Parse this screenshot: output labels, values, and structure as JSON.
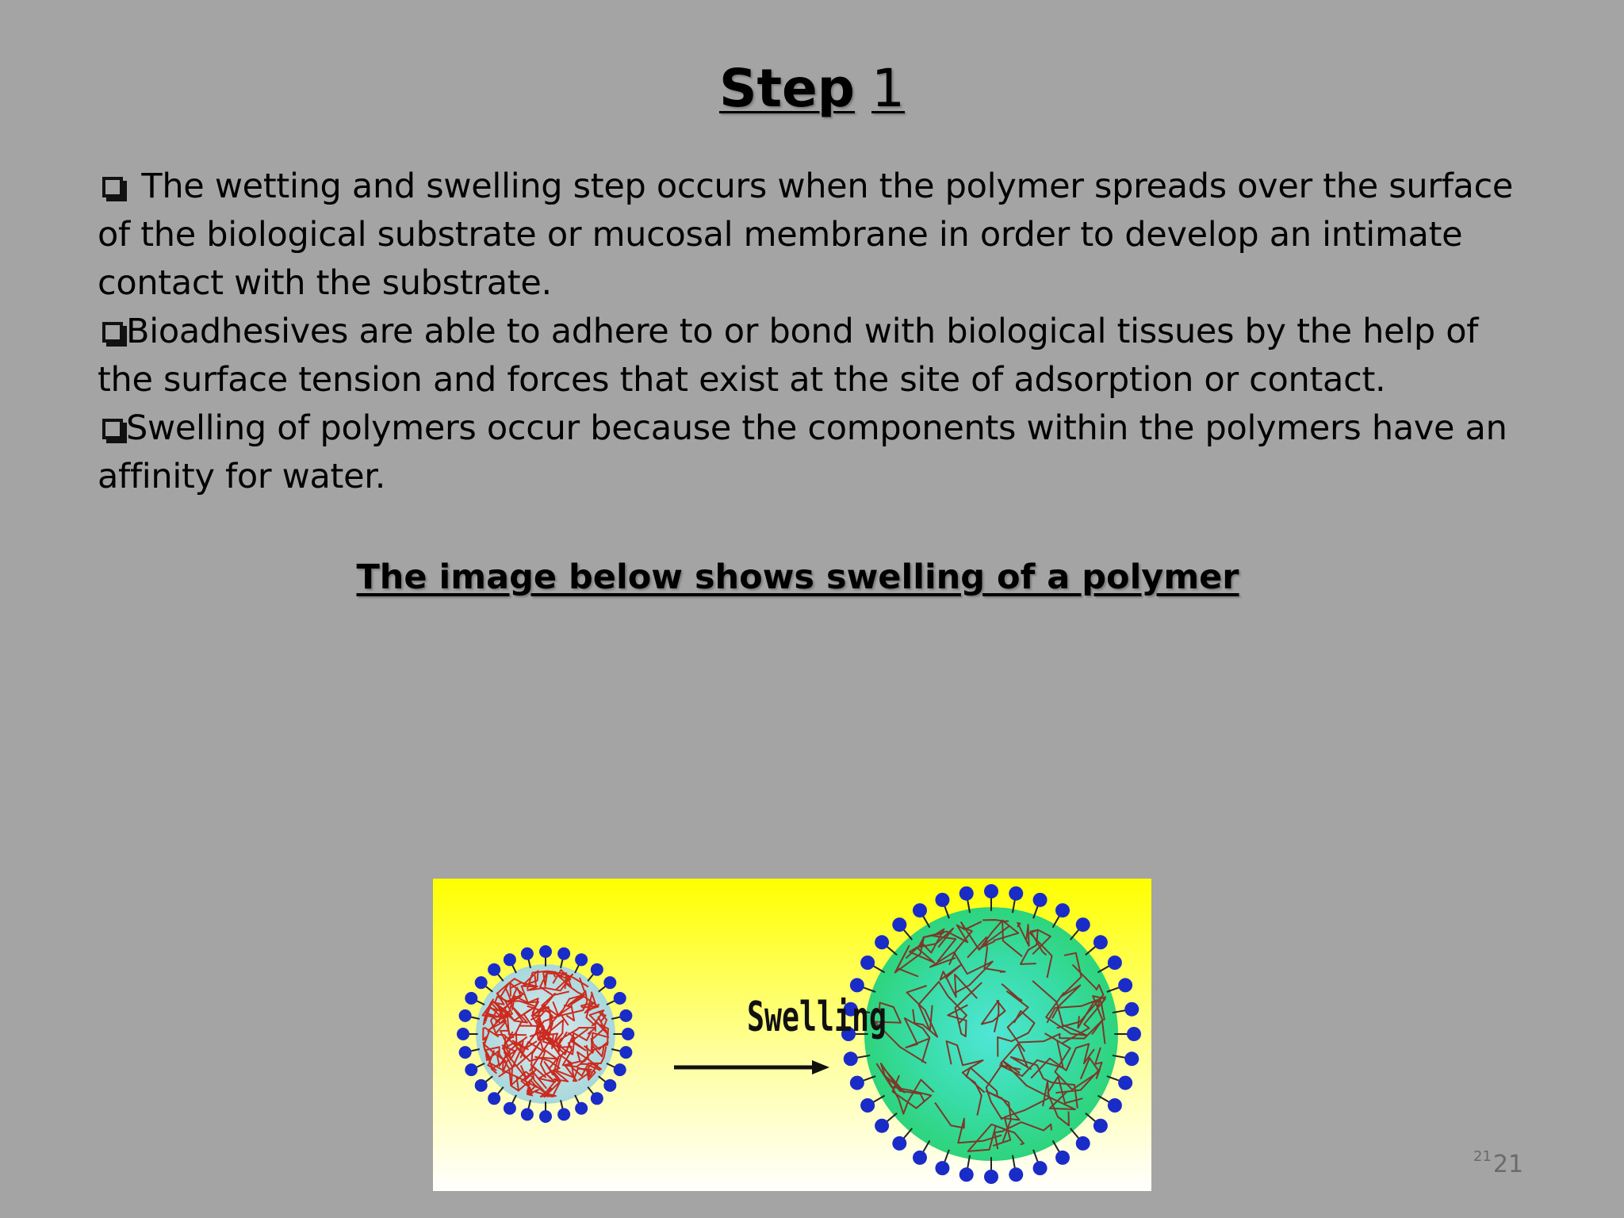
{
  "slide": {
    "title_bold": "Step",
    "title_number": "1",
    "bullets": [
      "The wetting and swelling step occurs when the polymer spreads over the surface of the biological substrate or mucosal membrane in order to develop an intimate contact with the substrate.",
      "Bioadhesives are able to adhere to or bond with biological tissues by the help of the surface tension and forces that exist at the site of adsorption or contact.",
      "Swelling of polymers occur because the components within the polymers have an affinity for water."
    ],
    "caption": "The image below shows swelling of a polymer",
    "figure": {
      "label": "Swelling",
      "colors": {
        "background_top": "#ffff00",
        "background_bottom": "#ffffff",
        "small_sphere": "#a8d8dc",
        "small_chains": "#cc2a1e",
        "large_sphere": "#2ed47c",
        "large_core": "#4fe6d6",
        "large_chains": "#7a3a2a",
        "dots": "#1a2cc8"
      }
    },
    "page_number_small": "21",
    "page_number": "21"
  }
}
